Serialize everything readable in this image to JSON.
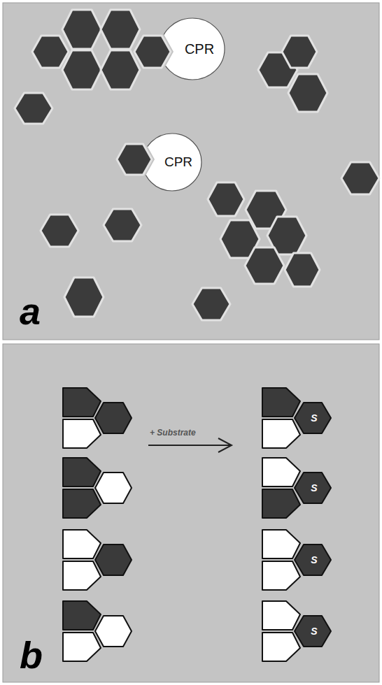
{
  "diagram": {
    "nodes": [
      {
        "text": [
          "CPR"
        ]
      },
      {
        "text": [
          "CPR"
        ]
      },
      {
        "text": [
          "S"
        ]
      },
      {
        "text": [
          "S"
        ]
      },
      {
        "text": [
          "S"
        ]
      },
      {
        "text": [
          "S"
        ]
      }
    ],
    "labels": [
      "a",
      "+ Substrate",
      "b"
    ]
  }
}
